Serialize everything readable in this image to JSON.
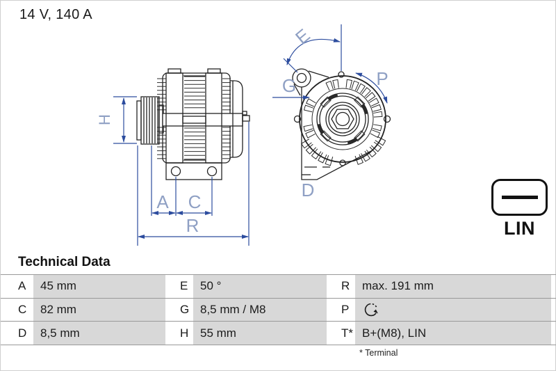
{
  "header": {
    "spec": "14 V, 140 A"
  },
  "diagram": {
    "dim_labels": {
      "H": "H",
      "A": "A",
      "C": "C",
      "R": "R",
      "E": "E",
      "G": "G",
      "P": "P",
      "D": "D"
    },
    "views": [
      "alternator-side-view",
      "alternator-front-view"
    ],
    "colors": {
      "dimension_line": "#2c4c9e",
      "dimension_label": "#8fa0c4",
      "drawing_line": "#222222"
    }
  },
  "lin": {
    "label": "LIN",
    "symbol": "lin-connector-icon"
  },
  "table": {
    "title": "Technical Data",
    "rows": [
      {
        "cells": [
          {
            "key": "A",
            "value": "45 mm"
          },
          {
            "key": "E",
            "value": "50 °"
          },
          {
            "key": "R",
            "value": "max. 191 mm"
          }
        ]
      },
      {
        "cells": [
          {
            "key": "C",
            "value": "82 mm"
          },
          {
            "key": "G",
            "value": "8,5 mm / M8"
          },
          {
            "key": "P",
            "value": "",
            "icon": "rotation-clockwise-icon"
          }
        ]
      },
      {
        "cells": [
          {
            "key": "D",
            "value": "8,5 mm"
          },
          {
            "key": "H",
            "value": "55 mm"
          },
          {
            "key": "T*",
            "value": "B+(M8), LIN"
          }
        ]
      }
    ],
    "footnote": "* Terminal",
    "cell_bg": "#d8d8d8"
  }
}
